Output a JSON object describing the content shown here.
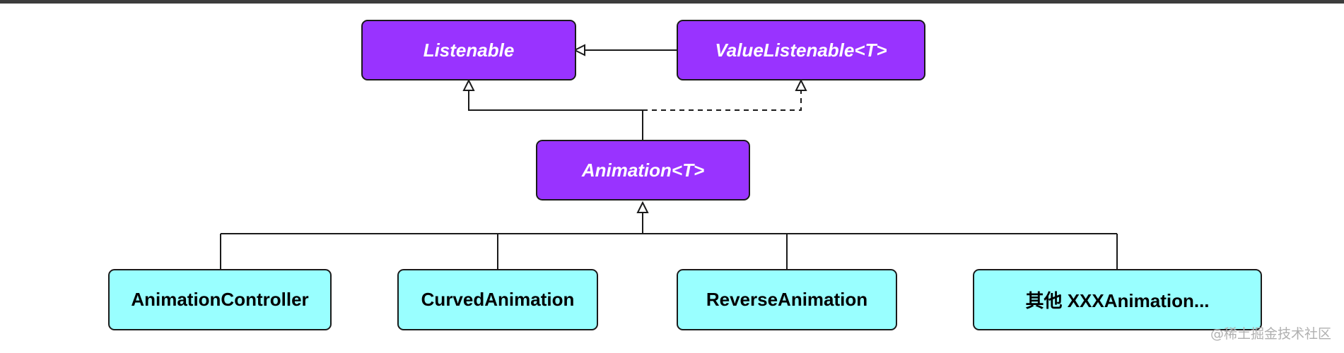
{
  "diagram": {
    "nodes": {
      "listenable": "Listenable",
      "value_listenable": "ValueListenable<T>",
      "animation": "Animation<T>",
      "animation_controller": "AnimationController",
      "curved_animation": "CurvedAnimation",
      "reverse_animation": "ReverseAnimation",
      "other_animation": "其他 XXXAnimation..."
    },
    "edges": [
      {
        "from": "value_listenable",
        "to": "listenable",
        "style": "solid"
      },
      {
        "from": "animation",
        "to": "listenable",
        "style": "solid"
      },
      {
        "from": "animation",
        "to": "value_listenable",
        "style": "dashed"
      },
      {
        "from": "animation_controller",
        "to": "animation",
        "style": "solid"
      },
      {
        "from": "curved_animation",
        "to": "animation",
        "style": "solid"
      },
      {
        "from": "reverse_animation",
        "to": "animation",
        "style": "solid"
      },
      {
        "from": "other_animation",
        "to": "animation",
        "style": "solid"
      }
    ],
    "colors": {
      "abstract_fill": "#9933ff",
      "concrete_fill": "#99ffff",
      "line": "#1a1a1a"
    }
  },
  "watermark": "@稀土掘金技术社区"
}
